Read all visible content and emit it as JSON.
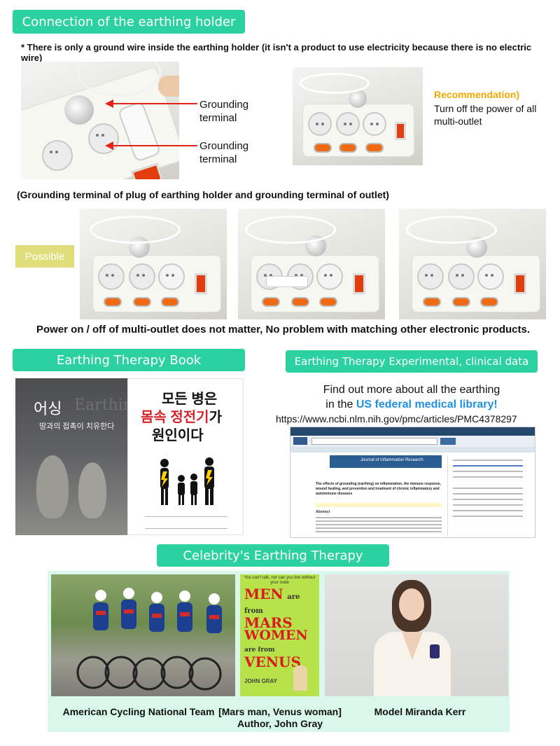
{
  "section1": {
    "title": "Connection of the earthing holder",
    "note": "* There is only a ground wire inside the earthing holder (it isn't a product to use electricity because there is no electric wire)",
    "label_a": "Grounding terminal",
    "label_b": "Grounding terminal",
    "recommend_head": "Recommendation)",
    "recommend_body": "Turn off the power of all multi-outlet",
    "caption": "(Grounding terminal of plug of earthing holder and grounding terminal of outlet)",
    "possible": "Possible",
    "power_note": "Power on / off of multi-outlet does not matter, No problem with matching other electronic products."
  },
  "book": {
    "title": "Earthing Therapy Book",
    "book1_title": "어싱",
    "book1_sub": "땅과의 접촉이 치유한다",
    "book1_bg": "Earthing",
    "book2_line1": "모든 병은",
    "book2_line2a": "몸속",
    "book2_line2b": "정전기",
    "book2_line2c": "가",
    "book2_line3": "원인이다"
  },
  "clinical": {
    "title": "Earthing Therapy Experimental, clinical data",
    "line1": "Find out more about all the earthing",
    "line2_prefix": "in the ",
    "line2_link": "US federal medical library!",
    "url": "https://www.ncbi.nlm.nih.gov/pmc/articles/PMC4378297",
    "article_title": "The effects of grounding (earthing) on inflammation, the immune response, wound healing, and prevention and treatment of chronic inflammatory and autoimmune diseases",
    "journal": "Journal of Inflammation Research",
    "abstract": "Abstract"
  },
  "celebrity": {
    "title": "Celebrity's Earthing Therapy",
    "cap1": "American Cycling National Team",
    "cap2_line1": "[Mars man, Venus woman]",
    "cap2_line2": "Author, John Gray",
    "cap3": "Model Miranda Kerr",
    "book_top": "You can't talk, nor can you live without your mate",
    "book_men": "MEN",
    "book_are1": "are",
    "book_from1": "from",
    "book_mars": "MARS",
    "book_women": "WOMEN",
    "book_are2": "are from",
    "book_venus": "VENUS",
    "book_author": "JOHN GRAY"
  },
  "colors": {
    "accent": "#2bd1a0",
    "possible": "#e0de7a",
    "recommend": "#f0a800",
    "link": "#1f8fe0",
    "arrow": "#e2231a"
  }
}
